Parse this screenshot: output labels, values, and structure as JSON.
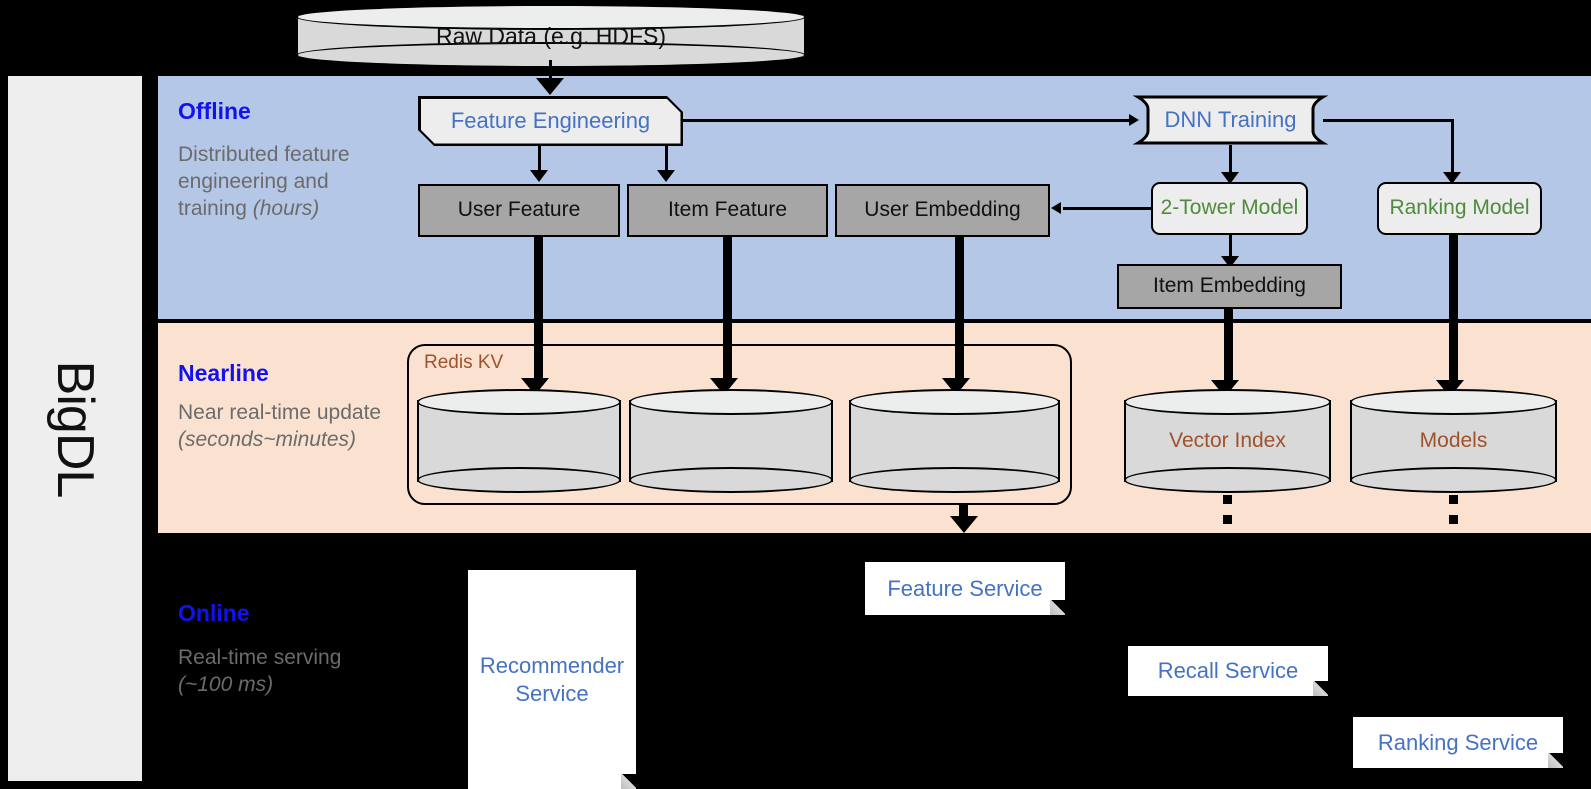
{
  "sidebar": {
    "label": "BigDL"
  },
  "top_source": {
    "label": "Raw Data (e.g. HDFS)"
  },
  "bands": [
    {
      "id": "offline",
      "title": "Offline",
      "subtitle_line1": "Distributed feature engineering and training ",
      "subtitle_italic": "(hours)",
      "bg": "#b4c7e7"
    },
    {
      "id": "nearline",
      "title": "Nearline",
      "subtitle_line1": "Near real-time update ",
      "subtitle_italic": "(seconds~minutes)",
      "bg": "#fbe2d0"
    },
    {
      "id": "online",
      "title": "Online",
      "subtitle_line1": "Real-time serving ",
      "subtitle_italic": "(~100 ms)",
      "bg": "#000000"
    }
  ],
  "offline": {
    "feature_engineering": "Feature Engineering",
    "dnn_training": "DNN Training",
    "user_feature": "User Feature",
    "item_feature": "Item Feature",
    "user_embedding": "User Embedding",
    "two_tower_model": "2-Tower Model",
    "ranking_model": "Ranking Model",
    "item_embedding": "Item Embedding"
  },
  "nearline": {
    "redis_kv": "Redis KV",
    "store_1": "",
    "store_2": "",
    "store_3": "",
    "vector_index": "Vector Index",
    "models": "Models"
  },
  "online": {
    "recommender_service": "Recommender Service",
    "feature_service": "Feature Service",
    "recall_service": "Recall Service",
    "ranking_service": "Ranking Service"
  },
  "colors": {
    "accent_blue_text": "#4472c4",
    "title_blue": "#1212ee",
    "green_text": "#4e8b3c",
    "brown_text": "#a0522d",
    "offline_bg": "#b4c7e7",
    "nearline_bg": "#fbe2d0",
    "online_bg": "#000000",
    "gray_box": "#a6a6a6",
    "cylinder": "#d9d9d9",
    "sidebar_bg": "#eeeeee"
  }
}
